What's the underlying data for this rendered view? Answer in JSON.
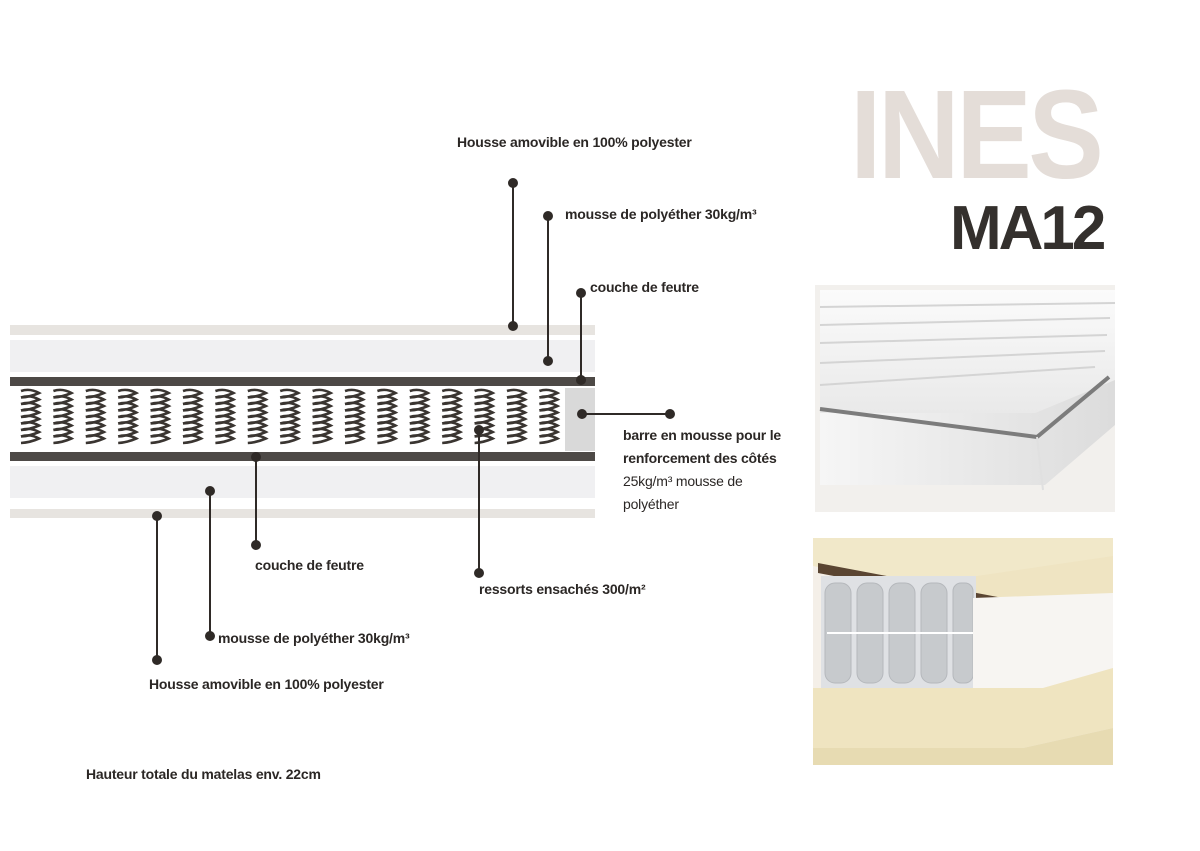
{
  "title": {
    "line1": "INES",
    "line2": "MA12",
    "line1_color": "#e4ddd8",
    "line2_color": "#34302d"
  },
  "labels": {
    "top_cover": "Housse amovible en 100% polyester",
    "top_foam": "mousse de polyéther 30kg/m³",
    "top_felt": "couche de feutre",
    "side_bar_line1": "barre en mousse pour le",
    "side_bar_line2": "renforcement des côtés",
    "side_bar_line3": "25kg/m³ mousse de",
    "side_bar_line4": "polyéther",
    "bottom_felt": "couche de feutre",
    "springs": "ressorts ensachés 300/m²",
    "bottom_foam": "mousse de polyéther 30kg/m³",
    "bottom_cover": "Housse amovible en 100% polyester",
    "total_height": "Hauteur totale du matelas env. 22cm"
  },
  "colors": {
    "cover": "#e7e4e0",
    "foam": "#f0f0f2",
    "felt": "#4d4946",
    "side_bar": "#d9d9d9",
    "leader": "#2f2a27",
    "photo_bg": "#f4efe8"
  },
  "icons": {
    "spring": "coil-spring-icon",
    "mattress_photo": "mattress-photo",
    "cutaway_photo": "mattress-cutaway-photo"
  },
  "spring_count": 17
}
